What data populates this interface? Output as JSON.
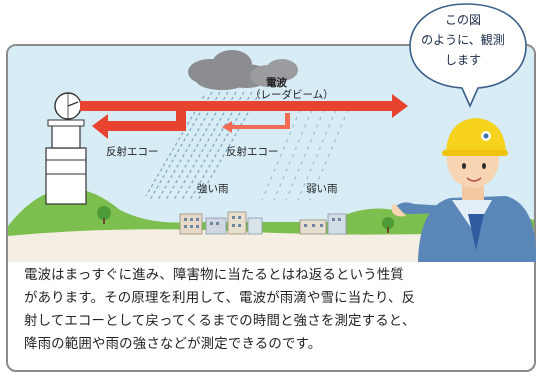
{
  "diagram": {
    "labels": {
      "wave_line1": "電波",
      "wave_line2": "（レーダビーム）",
      "echo_left": "反射エコー",
      "echo_right": "反射エコー",
      "heavy_rain": "強い雨",
      "light_rain": "弱い雨"
    },
    "speech_bubble": [
      "この図",
      "のように、観測",
      "します"
    ],
    "caption": [
      "電波はまっすぐに進み、障害物に当たるとはね返るという性質",
      "があります。その原理を利用して、電波が雨滴や雪に当たり、反",
      "射してエコーとして戻ってくるまでの時間と強さを測定すると、",
      "降雨の範囲や雨の強さなどが測定できるのです。"
    ]
  },
  "colors": {
    "beam_arrow": "#e8432e",
    "sky": "#d7ecf5",
    "cloud": "#8a8c90",
    "rain": "#7aa6c2",
    "hill": "#7cbf4e",
    "ground": "#f4efe2",
    "helmet": "#f6d21c",
    "uniform": "#5a87b8"
  }
}
